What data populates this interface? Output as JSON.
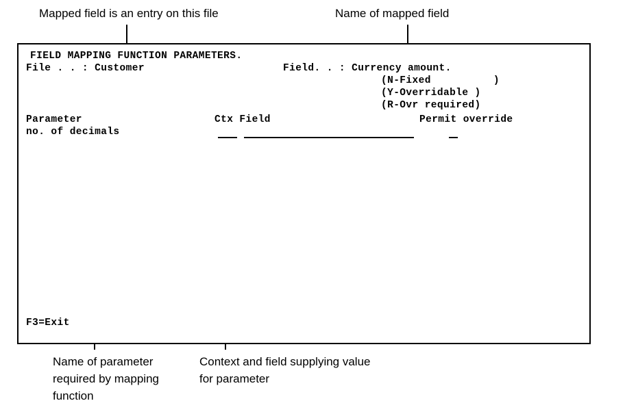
{
  "annotations": {
    "mapped_file": "Mapped field is an entry on this file",
    "mapped_field": "Name of mapped field",
    "parameter_name": "Name of parameter\nrequired by mapping\nfunction",
    "context_field": "Context and field supplying value\nfor parameter"
  },
  "terminal": {
    "title": "FIELD MAPPING FUNCTION PARAMETERS.",
    "file_line": "File . . : Customer",
    "file_label": "File . . :",
    "file_value": "Customer",
    "field_line": "Field. . : Currency amount.",
    "field_label": "Field. . :",
    "field_value": "Currency amount.",
    "override_options": [
      "(N-Fixed          )",
      "(Y-Overridable )",
      "(R-Ovr required)"
    ],
    "column_headers": {
      "parameter": "Parameter",
      "ctx_field": "Ctx Field",
      "permit_override": "Permit override"
    },
    "rows": [
      {
        "parameter": "no. of decimals",
        "ctx_value": "",
        "field_value": "",
        "permit_override_value": ""
      }
    ],
    "function_keys": "F3=Exit"
  },
  "colors": {
    "foreground": "#000000",
    "background": "#ffffff",
    "border": "#000000"
  }
}
